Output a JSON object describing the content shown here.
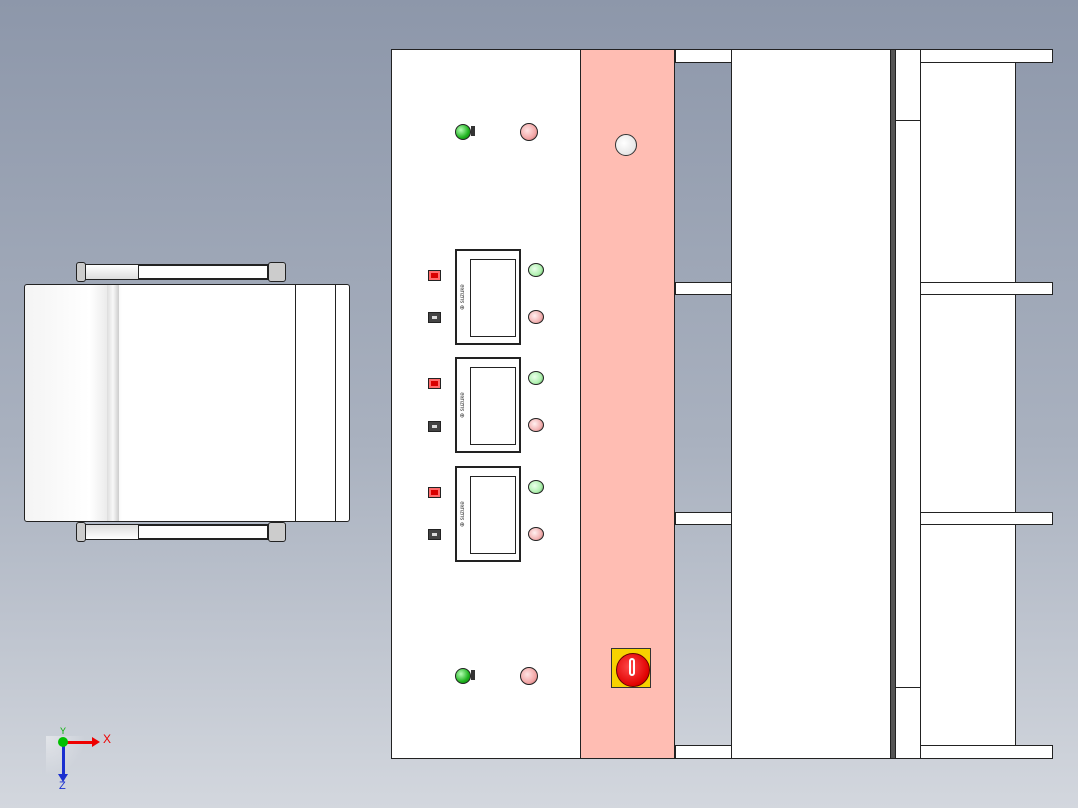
{
  "viewport": {
    "background_top": "#8d97aa",
    "background_bottom": "#d3d7de"
  },
  "triad": {
    "x_label": "X",
    "y_label": "Y",
    "z_label": "Z",
    "x_color": "#e00000",
    "y_color": "#00b000",
    "z_color": "#1a2fd0"
  },
  "control_panel": {
    "colors": {
      "accent_panel": "#ffbdb3",
      "estop_cap": "#e00000",
      "estop_base": "#f7d200"
    },
    "meters": [
      {
        "brand": "⊕ suzuke"
      },
      {
        "brand": "⊕ suzuke"
      },
      {
        "brand": "⊕ suzuke"
      }
    ]
  }
}
